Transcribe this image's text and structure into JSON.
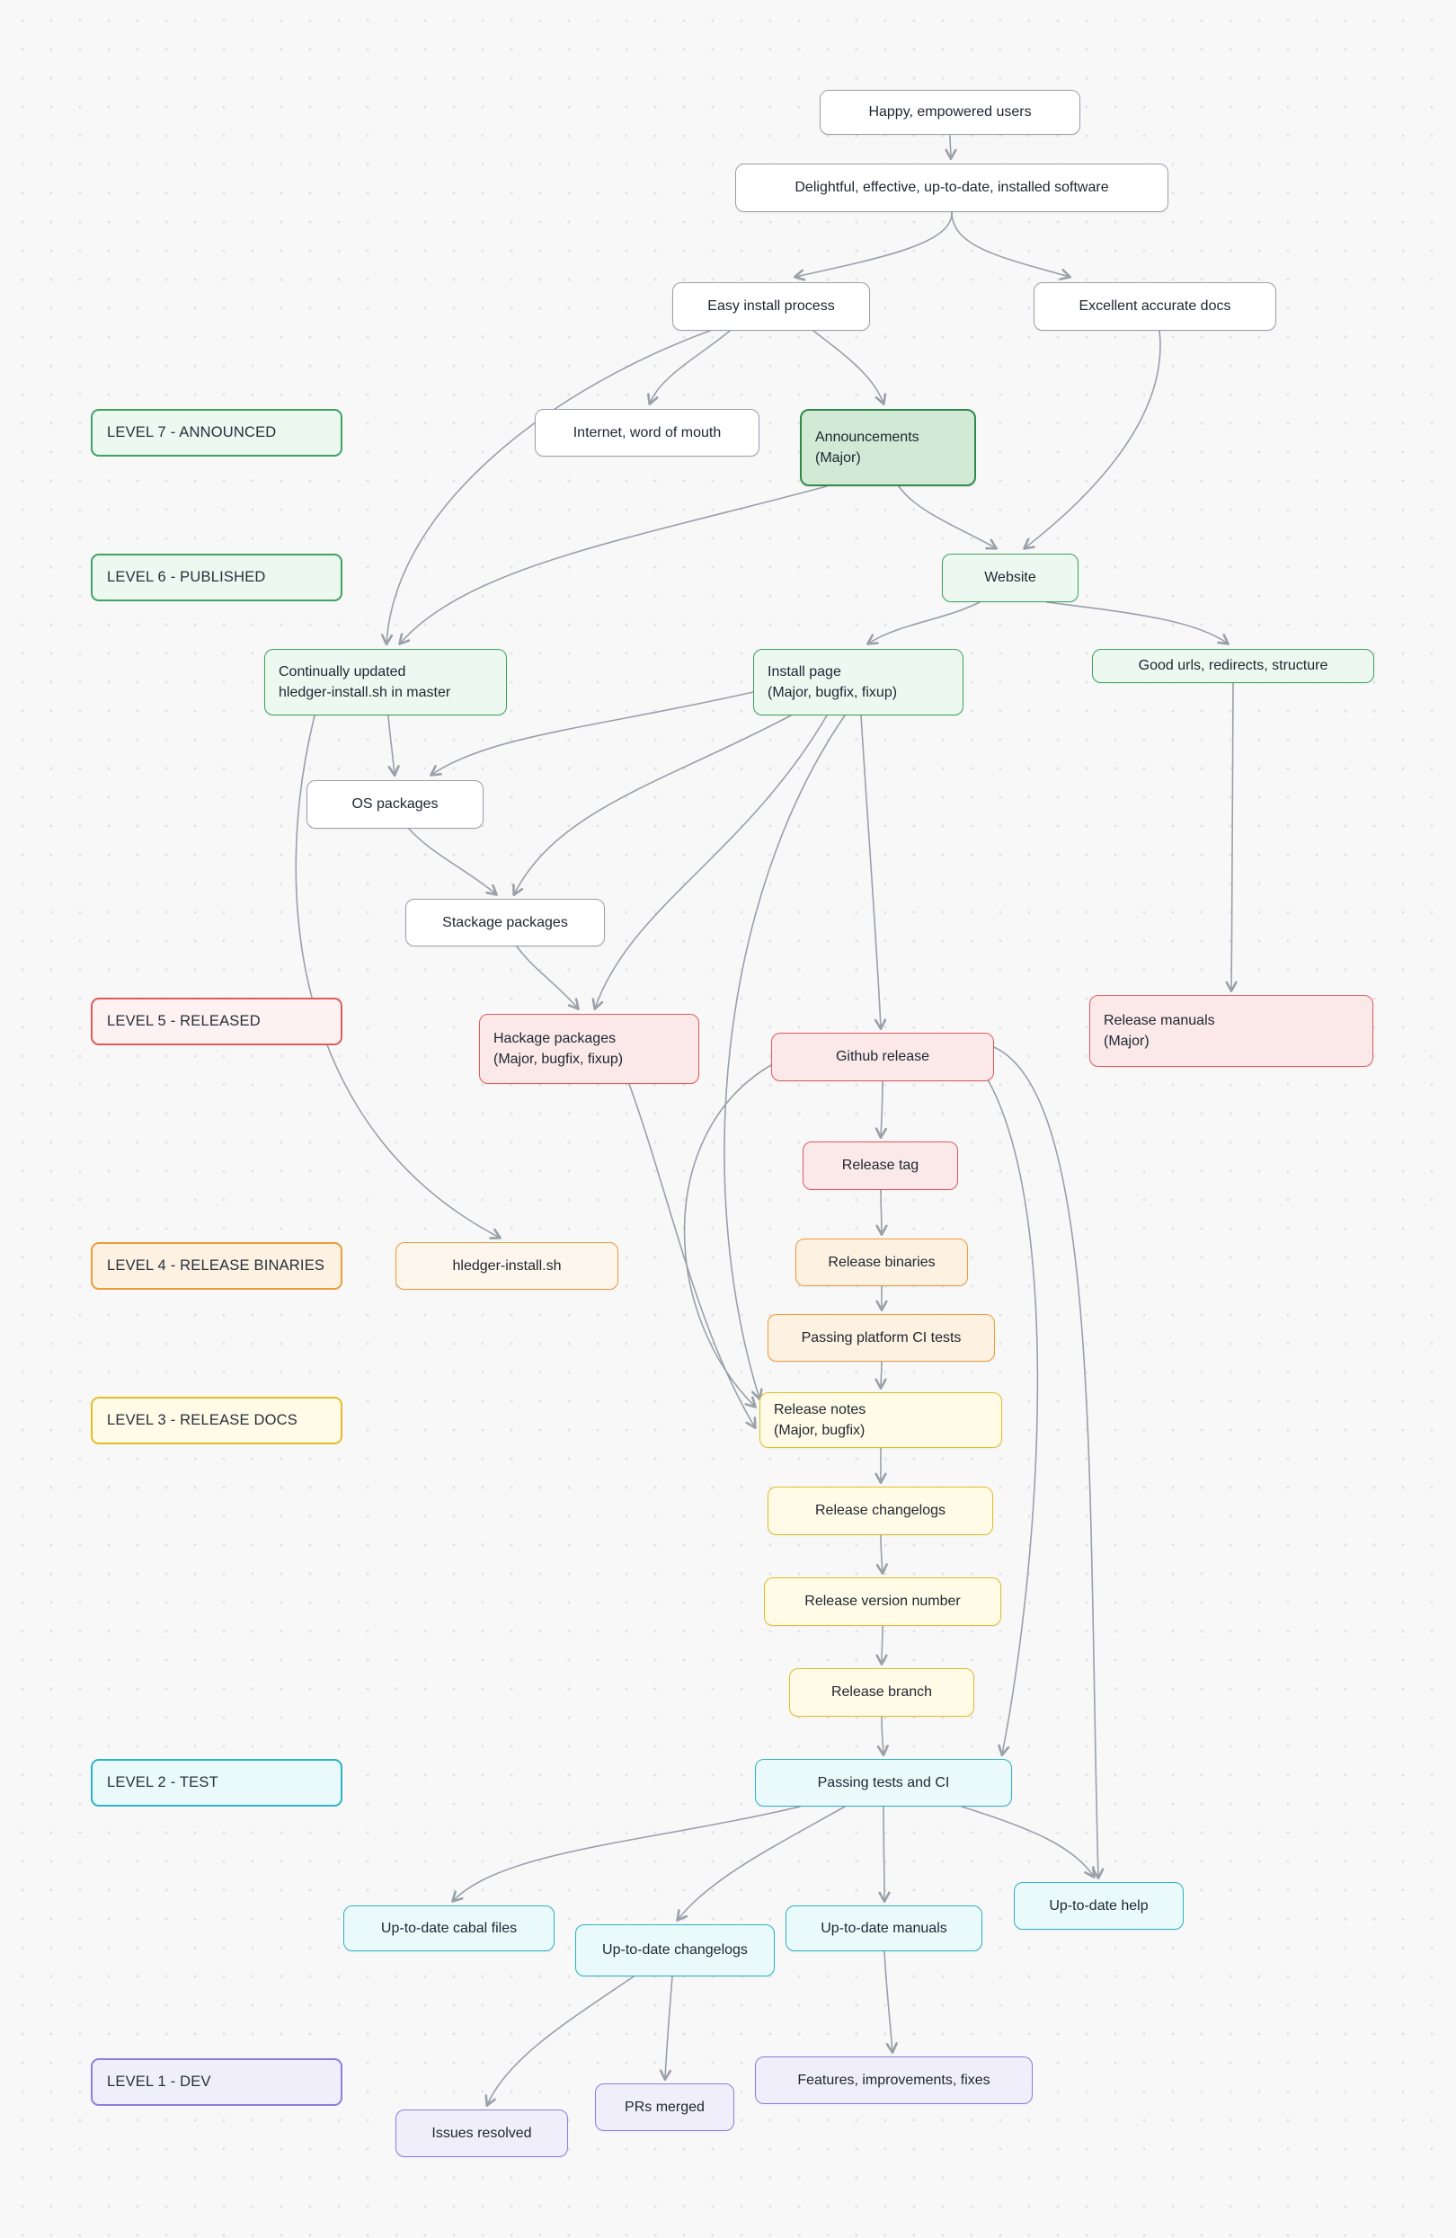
{
  "diagram": {
    "palette": {
      "green": "#3da35d",
      "green_dark_fill": "#d2e9d6",
      "red": "#e05a5a",
      "orange": "#ee9b3a",
      "yellow": "#e3bd27",
      "cyan": "#2cb3c6",
      "purple": "#8b7fe0",
      "neutral_node_border": "#9aa0a8",
      "arrow": "#9aa0a8",
      "background": "#f8f8f9"
    },
    "levels": {
      "level7": {
        "label": "LEVEL 7 - ANNOUNCED",
        "color": "green"
      },
      "level6": {
        "label": "LEVEL 6 - PUBLISHED",
        "color": "green"
      },
      "level5": {
        "label": "LEVEL 5 - RELEASED",
        "color": "red"
      },
      "level4": {
        "label": "LEVEL 4 - RELEASE BINARIES",
        "color": "orange"
      },
      "level3": {
        "label": "LEVEL 3 - RELEASE DOCS",
        "color": "yellow"
      },
      "level2": {
        "label": "LEVEL 2 - TEST",
        "color": "cyan"
      },
      "level1": {
        "label": "LEVEL 1 - DEV",
        "color": "purple"
      }
    },
    "nodes": {
      "happy": {
        "label": "Happy, empowered users",
        "color": "gray"
      },
      "delightful": {
        "label": "Delightful, effective, up-to-date, installed software",
        "color": "gray"
      },
      "easy_install": {
        "label": "Easy install process",
        "color": "gray"
      },
      "excellent_docs": {
        "label": "Excellent accurate docs",
        "color": "gray"
      },
      "internet": {
        "label": "Internet, word of mouth",
        "color": "gray"
      },
      "announcements": {
        "label": "Announcements\n(Major)",
        "color": "green-dark"
      },
      "website": {
        "label": "Website",
        "color": "green"
      },
      "continually": {
        "label": "Continually updated\nhledger-install.sh in master",
        "color": "green"
      },
      "install_page": {
        "label": "Install page\n(Major, bugfix, fixup)",
        "color": "green"
      },
      "good_urls": {
        "label": "Good urls, redirects, structure",
        "color": "green"
      },
      "os_packages": {
        "label": "OS packages",
        "color": "gray"
      },
      "stackage": {
        "label": "Stackage packages",
        "color": "gray"
      },
      "hackage": {
        "label": "Hackage packages\n(Major, bugfix, fixup)",
        "color": "red"
      },
      "github_release": {
        "label": "Github release",
        "color": "red"
      },
      "release_manuals": {
        "label": "Release manuals\n(Major)",
        "color": "red"
      },
      "release_tag": {
        "label": "Release tag",
        "color": "red"
      },
      "hledger_install_sh": {
        "label": "hledger-install.sh",
        "color": "orange-lt"
      },
      "release_binaries": {
        "label": "Release binaries",
        "color": "orange"
      },
      "passing_platform": {
        "label": "Passing platform CI tests",
        "color": "orange"
      },
      "release_notes": {
        "label": "Release notes\n(Major, bugfix)",
        "color": "yellow"
      },
      "release_changelogs": {
        "label": "Release changelogs",
        "color": "yellow"
      },
      "release_version": {
        "label": "Release version number",
        "color": "yellow"
      },
      "release_branch": {
        "label": "Release branch",
        "color": "yellow"
      },
      "passing_tests": {
        "label": "Passing tests and CI",
        "color": "cyan"
      },
      "cabal_files": {
        "label": "Up-to-date cabal files",
        "color": "cyan"
      },
      "changelogs": {
        "label": "Up-to-date changelogs",
        "color": "cyan"
      },
      "manuals": {
        "label": "Up-to-date manuals",
        "color": "cyan"
      },
      "help": {
        "label": "Up-to-date help",
        "color": "cyan"
      },
      "features": {
        "label": "Features, improvements, fixes",
        "color": "purple"
      },
      "prs": {
        "label": "PRs merged",
        "color": "purple"
      },
      "issues": {
        "label": "Issues resolved",
        "color": "purple"
      }
    },
    "edges": [
      {
        "from": "happy",
        "to": "delightful"
      },
      {
        "from": "delightful",
        "to": "easy_install"
      },
      {
        "from": "delightful",
        "to": "excellent_docs"
      },
      {
        "from": "easy_install",
        "to": "internet"
      },
      {
        "from": "easy_install",
        "to": "announcements"
      },
      {
        "from": "excellent_docs",
        "to": "website"
      },
      {
        "from": "announcements",
        "to": "website"
      },
      {
        "from": "website",
        "to": "install_page"
      },
      {
        "from": "website",
        "to": "good_urls"
      },
      {
        "from": "easy_install",
        "to": "continually"
      },
      {
        "from": "announcements",
        "to": "continually"
      },
      {
        "from": "continually",
        "to": "os_packages"
      },
      {
        "from": "install_page",
        "to": "os_packages"
      },
      {
        "from": "os_packages",
        "to": "stackage"
      },
      {
        "from": "install_page",
        "to": "stackage"
      },
      {
        "from": "stackage",
        "to": "hackage"
      },
      {
        "from": "install_page",
        "to": "hackage"
      },
      {
        "from": "install_page",
        "to": "github_release"
      },
      {
        "from": "good_urls",
        "to": "release_manuals"
      },
      {
        "from": "github_release",
        "to": "release_tag"
      },
      {
        "from": "release_tag",
        "to": "release_binaries"
      },
      {
        "from": "release_binaries",
        "to": "passing_platform"
      },
      {
        "from": "passing_platform",
        "to": "release_notes"
      },
      {
        "from": "release_notes",
        "to": "release_changelogs"
      },
      {
        "from": "release_changelogs",
        "to": "release_version"
      },
      {
        "from": "release_version",
        "to": "release_branch"
      },
      {
        "from": "release_branch",
        "to": "passing_tests"
      },
      {
        "from": "github_release",
        "to": "release_notes"
      },
      {
        "from": "hackage",
        "to": "release_notes"
      },
      {
        "from": "install_page",
        "to": "release_notes"
      },
      {
        "from": "github_release",
        "to": "help"
      },
      {
        "from": "github_release",
        "to": "passing_tests"
      },
      {
        "from": "passing_tests",
        "to": "cabal_files"
      },
      {
        "from": "passing_tests",
        "to": "changelogs"
      },
      {
        "from": "passing_tests",
        "to": "manuals"
      },
      {
        "from": "passing_tests",
        "to": "help"
      },
      {
        "from": "changelogs",
        "to": "prs"
      },
      {
        "from": "changelogs",
        "to": "issues"
      },
      {
        "from": "manuals",
        "to": "features"
      },
      {
        "from": "continually",
        "to": "hledger_install_sh"
      }
    ]
  }
}
